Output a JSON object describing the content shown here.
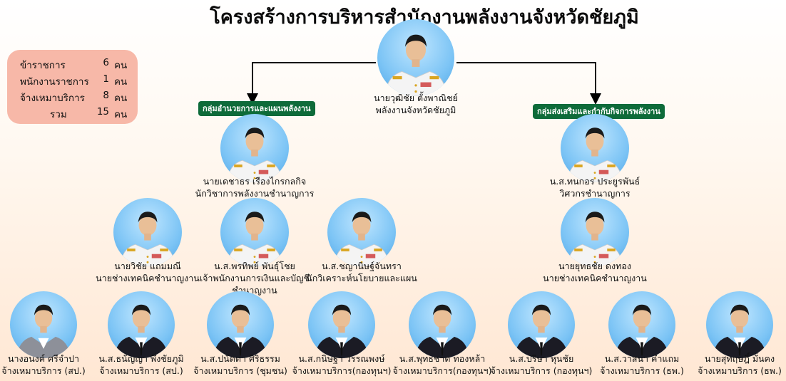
{
  "title": "โครงสร้างการบริหารสำนักงานพลังงานจังหวัดชัยภูมิ",
  "summary": [
    {
      "label": "ข้าราชการ",
      "count": "6",
      "unit": "คน"
    },
    {
      "label": "พนักงานราชการ",
      "count": "1",
      "unit": "คน"
    },
    {
      "label": "จ้างเหมาบริการ",
      "count": "8",
      "unit": "คน"
    },
    {
      "label": "รวม",
      "count": "15",
      "unit": "คน"
    }
  ],
  "groups": {
    "left": "กลุ่มอำนวยการและแผนพลังงาน",
    "right": "กลุ่มส่งเสริมและกำกับกิจการพลังงาน"
  },
  "people": {
    "director": {
      "name": "นายวุฒิชัย ตั้งพาณิชย์",
      "title": "พลังงานจังหวัดชัยภูมิ",
      "attire": "uniform"
    },
    "left_head": {
      "name": "นายเดชาธร เรืองไกรกลกิจ",
      "title": "นักวิชาการพลังงานชำนาญการ",
      "attire": "uniform"
    },
    "right_head": {
      "name": "น.ส.ทนกอร ประยูรพันธ์",
      "title": "วิศวกรชำนาญการ",
      "attire": "uniform"
    },
    "row3": [
      {
        "name": "นายวิชัย  แถมมณี",
        "title": "นายช่างเทคนิคชำนาญงาน",
        "title2": "",
        "attire": "uniform"
      },
      {
        "name": "น.ส.พรทิพย์ พันธุ์โชย",
        "title": "เจ้าพนักงานการเงินและบัญชี",
        "title2": "ชำนาญงาน",
        "attire": "uniform"
      },
      {
        "name": "น.ส.ชญานิษฐ์จันทรา",
        "title": "นักวิเคราะห์นโยบายและแผน",
        "title2": "",
        "attire": "uniform"
      },
      {
        "name": "นายยุทธชัย ดงทอง",
        "title": "นายช่างเทคนิคชำนาญงาน",
        "title2": "",
        "attire": "uniform"
      }
    ],
    "row4": [
      {
        "name": "นางอนงค์ ศรีจำปา",
        "title": "จ้างเหมาบริการ (สป.)",
        "attire": "grey"
      },
      {
        "name": "น.ส.ธนัญญา พึ่งชัยภูมิ",
        "title": "จ้างเหมาบริการ (สป.)",
        "attire": "dark"
      },
      {
        "name": "น.ส.ปนัดดา ศิริธรรม",
        "title": "จ้างเหมาบริการ (ชุมชน)",
        "attire": "dark"
      },
      {
        "name": "น.ส.กนิษฐา วรรณพงษ์",
        "title": "จ้างเหมาบริการ(กองทุนฯ)",
        "attire": "dark"
      },
      {
        "name": "น.ส.พุทธชาด ทองหล้า",
        "title": "จ้างเหมาบริการ(กองทุนฯ)",
        "attire": "dark"
      },
      {
        "name": "น.ส.ปริษา หุนชัย",
        "title": "จ้างเหมาบริการ (กองทุนฯ)",
        "attire": "dark"
      },
      {
        "name": "น.ส.วาสนา คำแถม",
        "title": "จ้างเหมาบริการ (ธพ.)",
        "attire": "dark"
      },
      {
        "name": "นายสุทฤษฎิ์ มั่นคง",
        "title": "จ้างเหมาบริการ (ธพ.)",
        "attire": "dark"
      }
    ]
  }
}
